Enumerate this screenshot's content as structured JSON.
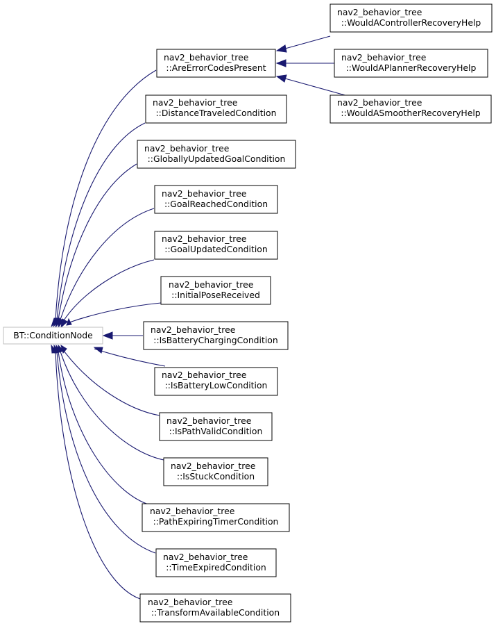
{
  "root": {
    "line1": "BT::ConditionNode"
  },
  "nodes": [
    {
      "id": "are-error-codes-present",
      "line1": "nav2_behavior_tree",
      "line2": "::AreErrorCodesPresent"
    },
    {
      "id": "distance-traveled-condition",
      "line1": "nav2_behavior_tree",
      "line2": "::DistanceTraveledCondition"
    },
    {
      "id": "globally-updated-goal-condition",
      "line1": "nav2_behavior_tree",
      "line2": "::GloballyUpdatedGoalCondition"
    },
    {
      "id": "goal-reached-condition",
      "line1": "nav2_behavior_tree",
      "line2": "::GoalReachedCondition"
    },
    {
      "id": "goal-updated-condition",
      "line1": "nav2_behavior_tree",
      "line2": "::GoalUpdatedCondition"
    },
    {
      "id": "initial-pose-received",
      "line1": "nav2_behavior_tree",
      "line2": "::InitialPoseReceived"
    },
    {
      "id": "is-battery-charging-condition",
      "line1": "nav2_behavior_tree",
      "line2": "::IsBatteryChargingCondition"
    },
    {
      "id": "is-battery-low-condition",
      "line1": "nav2_behavior_tree",
      "line2": "::IsBatteryLowCondition"
    },
    {
      "id": "is-path-valid-condition",
      "line1": "nav2_behavior_tree",
      "line2": "::IsPathValidCondition"
    },
    {
      "id": "is-stuck-condition",
      "line1": "nav2_behavior_tree",
      "line2": "::IsStuckCondition"
    },
    {
      "id": "path-expiring-timer-condition",
      "line1": "nav2_behavior_tree",
      "line2": "::PathExpiringTimerCondition"
    },
    {
      "id": "time-expired-condition",
      "line1": "nav2_behavior_tree",
      "line2": "::TimeExpiredCondition"
    },
    {
      "id": "transform-available-condition",
      "line1": "nav2_behavior_tree",
      "line2": "::TransformAvailableCondition"
    },
    {
      "id": "would-a-controller-recovery-help",
      "line1": "nav2_behavior_tree",
      "line2": "::WouldAControllerRecoveryHelp"
    },
    {
      "id": "would-a-planner-recovery-help",
      "line1": "nav2_behavior_tree",
      "line2": "::WouldAPlannerRecoveryHelp"
    },
    {
      "id": "would-a-smoother-recovery-help",
      "line1": "nav2_behavior_tree",
      "line2": "::WouldASmootherRecoveryHelp"
    }
  ],
  "colors": {
    "edge": "#191970",
    "node_border": "#000000",
    "root_border": "#bfbfbf",
    "background": "#ffffff"
  }
}
